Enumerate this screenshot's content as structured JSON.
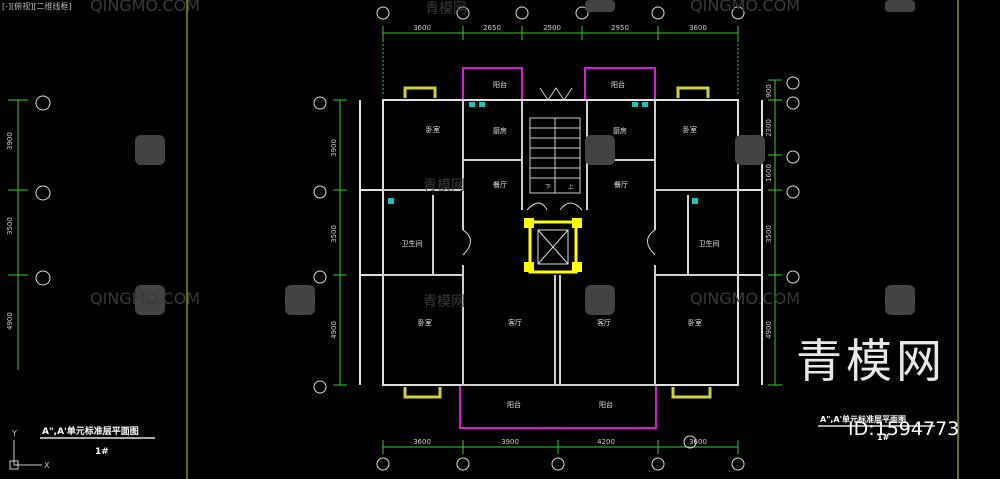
{
  "viewport_label": "[-][俯视][二维线框]",
  "dims_top": [
    "3600",
    "2650",
    "2500",
    "2950",
    "3600"
  ],
  "dims_bottom": [
    "3600",
    "3900",
    "4200",
    "3600"
  ],
  "dims_left": [
    "3900",
    "3500",
    "4900"
  ],
  "dims_right": [
    "900",
    "2300",
    "1600",
    "3500",
    "4900"
  ],
  "rooms": {
    "balcony_top_left": "阳台",
    "balcony_top_right": "阳台",
    "bedroom_ul": "卧室",
    "bedroom_ur": "卧室",
    "kitchen_l": "厨房",
    "kitchen_r": "厨房",
    "dining_l": "餐厅",
    "dining_r": "餐厅",
    "bath_l": "卫生间",
    "bath_r": "卫生间",
    "bedroom_ll": "卧室",
    "bedroom_lr": "卧室",
    "living_l": "客厅",
    "living_r": "客厅",
    "balcony_bot_l": "阳台",
    "balcony_bot_r": "阳台"
  },
  "stair_marks": [
    "下",
    "上"
  ],
  "title_left": "A\",A'单元标准层平面图",
  "title_left_sub": "1#",
  "title_right": "A\",A'单元标准层平面图",
  "title_right_sub": "1#",
  "watermark_cn": "青模网",
  "watermark_en": "QINGMO.COM",
  "watermark_big": "青模网",
  "watermark_id": "ID:1594773",
  "colors": {
    "wall": "#e0e0e0",
    "dim": "#30d030",
    "balcony": "#d020d0",
    "window": "#d0d040",
    "column": "#ffff00",
    "red": "#c03030"
  }
}
